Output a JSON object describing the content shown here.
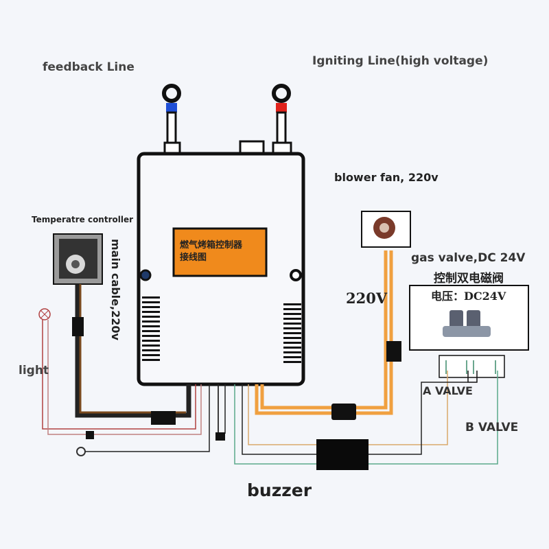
{
  "labels": {
    "feedback_line": "feedback Line",
    "igniting_line": "Igniting Line(high voltage)",
    "blower_fan": "blower fan, 220v",
    "temperature_controller": "Temperatre controller",
    "main_cable": "main cable,220v",
    "light": "light",
    "blower_voltage": "220V",
    "gas_valve": "gas valve,DC 24V",
    "gas_valve_cn": "控制双电磁阀",
    "gas_valve_voltage_cn": "电压：DC24V",
    "a_valve": "A VALVE",
    "b_valve": "B VALVE",
    "buzzer": "buzzer",
    "controller_title_cn_1": "燃气烤箱控制器",
    "controller_title_cn_2": "接线图"
  },
  "colors": {
    "feedback_electrode": "#1f4fd6",
    "igniting_electrode": "#e0221b",
    "label_box": "#f08a1c",
    "brown_cable": "#7a4a1e",
    "orange_cable": "#f0a040",
    "green_wire": "#5aa88a",
    "tan_wire": "#d9a86a",
    "red_wire": "#b04040"
  }
}
